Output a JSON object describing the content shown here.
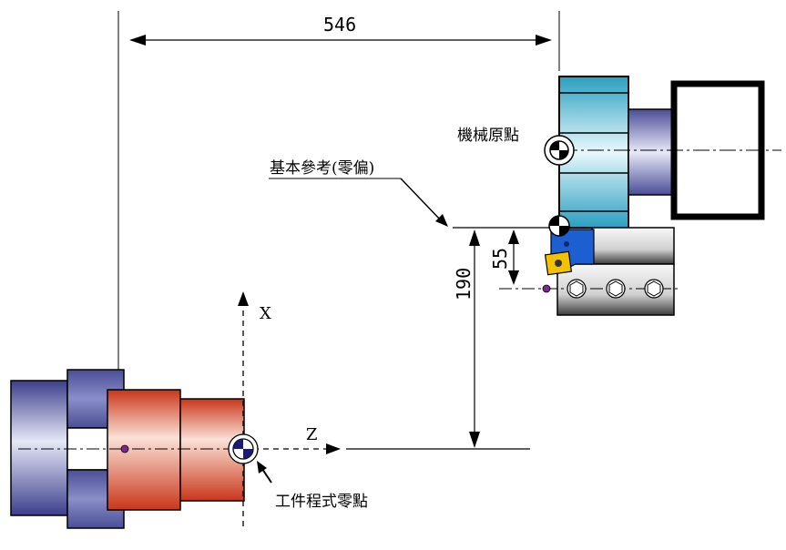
{
  "dimensions": {
    "horizontal": "546",
    "vertical_total": "190",
    "vertical_offset": "55"
  },
  "labels": {
    "machine_origin": "機械原點",
    "base_reference": "基本參考(零偏)",
    "workpiece_zero": "工件程式零點"
  },
  "axes": {
    "x": "X",
    "z": "Z"
  },
  "colors": {
    "chuck_blue": "#5b5fa8",
    "workpiece_red": "#d94a2a",
    "turret_cyan": "#3fb0c8",
    "insert_yellow": "#f2c200",
    "holder_blue": "#1c5fd0"
  }
}
